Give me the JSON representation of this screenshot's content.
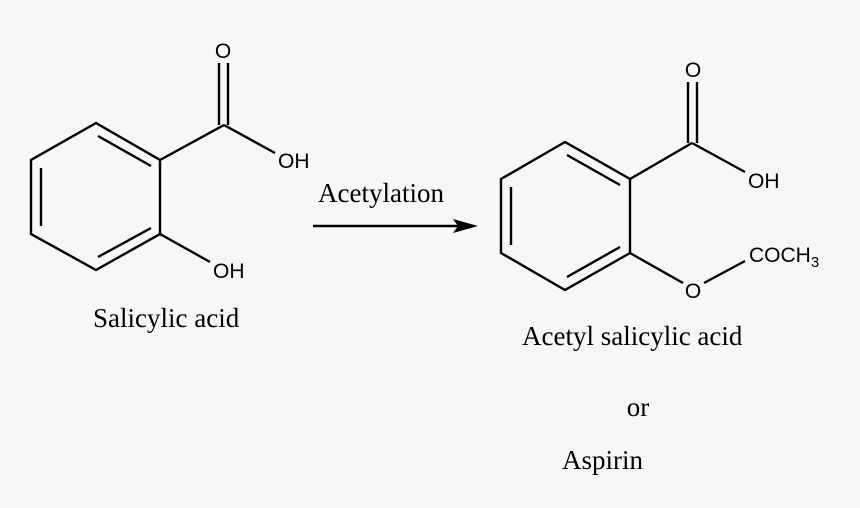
{
  "diagram": {
    "type": "chemical-reaction",
    "background_color": "#f7f7f7",
    "line_color": "#000000",
    "reactant": {
      "name": "Salicylic acid",
      "atoms": {
        "carbonyl_o": "O",
        "acid_oh": "OH",
        "phenol_oh": "OH"
      }
    },
    "reaction": {
      "label": "Acetylation"
    },
    "product": {
      "name": "Acetyl salicylic acid",
      "connector": "or",
      "alt_name": "Aspirin",
      "atoms": {
        "carbonyl_o": "O",
        "acid_oh": "OH",
        "ester_o": "O",
        "acetyl": "COCH",
        "acetyl_sub": "3"
      }
    }
  }
}
